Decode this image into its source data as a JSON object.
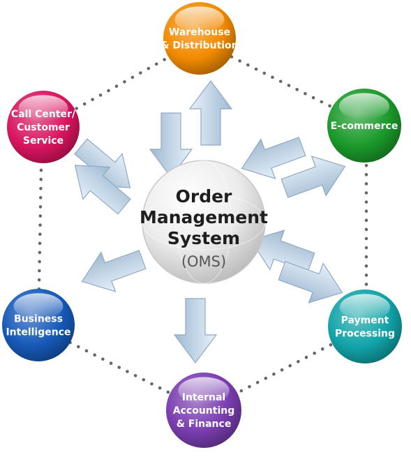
{
  "hub": {
    "lines": [
      "Order",
      "Management",
      "System"
    ],
    "abbr": "(OMS)",
    "color": "#d9d9d9"
  },
  "nodes": [
    {
      "id": "warehouse",
      "lines": [
        "Warehouse",
        "& Distribution"
      ],
      "color": "#f28a00",
      "icon": "sphere"
    },
    {
      "id": "ecommerce",
      "lines": [
        "E-commerce"
      ],
      "color": "#1a9a2a",
      "icon": "sphere"
    },
    {
      "id": "payment",
      "lines": [
        "Payment",
        "Processing"
      ],
      "color": "#11a3a8",
      "icon": "sphere"
    },
    {
      "id": "accounting",
      "lines": [
        "Internal",
        "Accounting",
        "& Finance"
      ],
      "color": "#7a3db0",
      "icon": "sphere"
    },
    {
      "id": "bi",
      "lines": [
        "Business",
        "Intelligence"
      ],
      "color": "#1659b8",
      "icon": "sphere"
    },
    {
      "id": "callcenter",
      "lines": [
        "Call Center/",
        "Customer",
        "Service"
      ],
      "color": "#d9145f",
      "icon": "sphere"
    }
  ],
  "connectors": {
    "dotted_ring_color": "#666666",
    "arrow_color": "#b8cfe4"
  }
}
